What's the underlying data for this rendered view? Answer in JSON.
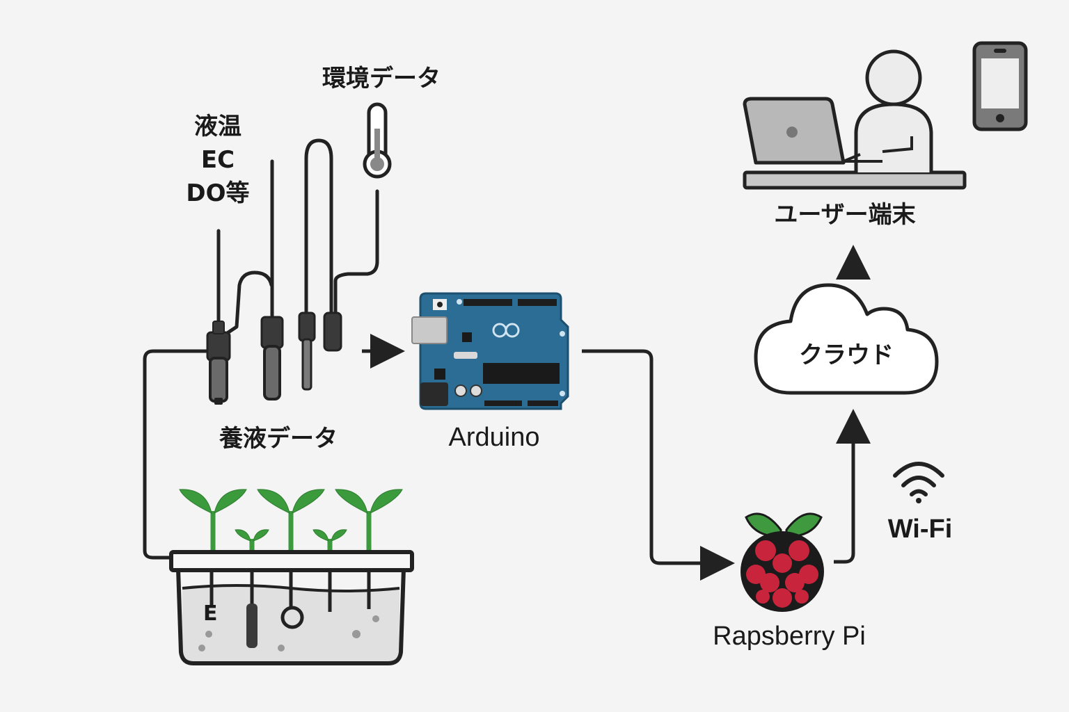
{
  "labels": {
    "environment_data": "環境データ",
    "sensor_list": [
      "液温",
      "EC",
      "DO等"
    ],
    "nutrient_data": "養液データ",
    "arduino": "Arduino",
    "raspberry_pi": "Rapsberry Pi",
    "wifi": "Wi-Fi",
    "cloud": "クラウド",
    "user_terminal": "ユーザー端末",
    "tank_marker": "E"
  },
  "colors": {
    "background": "#f4f4f4",
    "line": "#222222",
    "arduino_board": "#2b6d94",
    "leaf": "#3a9a3c",
    "raspberry": "#c8243c",
    "raspberry_leaf": "#3f9a3f",
    "device_gray": "#b8b8b8"
  }
}
